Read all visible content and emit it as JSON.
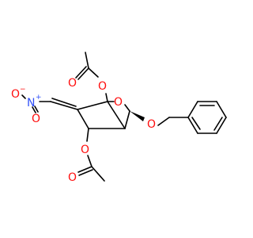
{
  "molecule": {
    "atoms": {
      "carbonyl_o_top": "O",
      "ester_o_top": "O",
      "ring_o": "O",
      "glycosidic_o": "O",
      "ester_o_bottom": "O",
      "carbonyl_o_bottom": "O",
      "nitro_o_left": "O",
      "nitro_o_left_charge": "−",
      "nitro_n": "N",
      "nitro_n_charge": "+",
      "nitro_o_bottom": "O"
    },
    "colors": {
      "bond": "#000000",
      "oxygen": "#ff0d0d",
      "nitrogen": "#3050f8",
      "background": "#ffffff"
    }
  }
}
